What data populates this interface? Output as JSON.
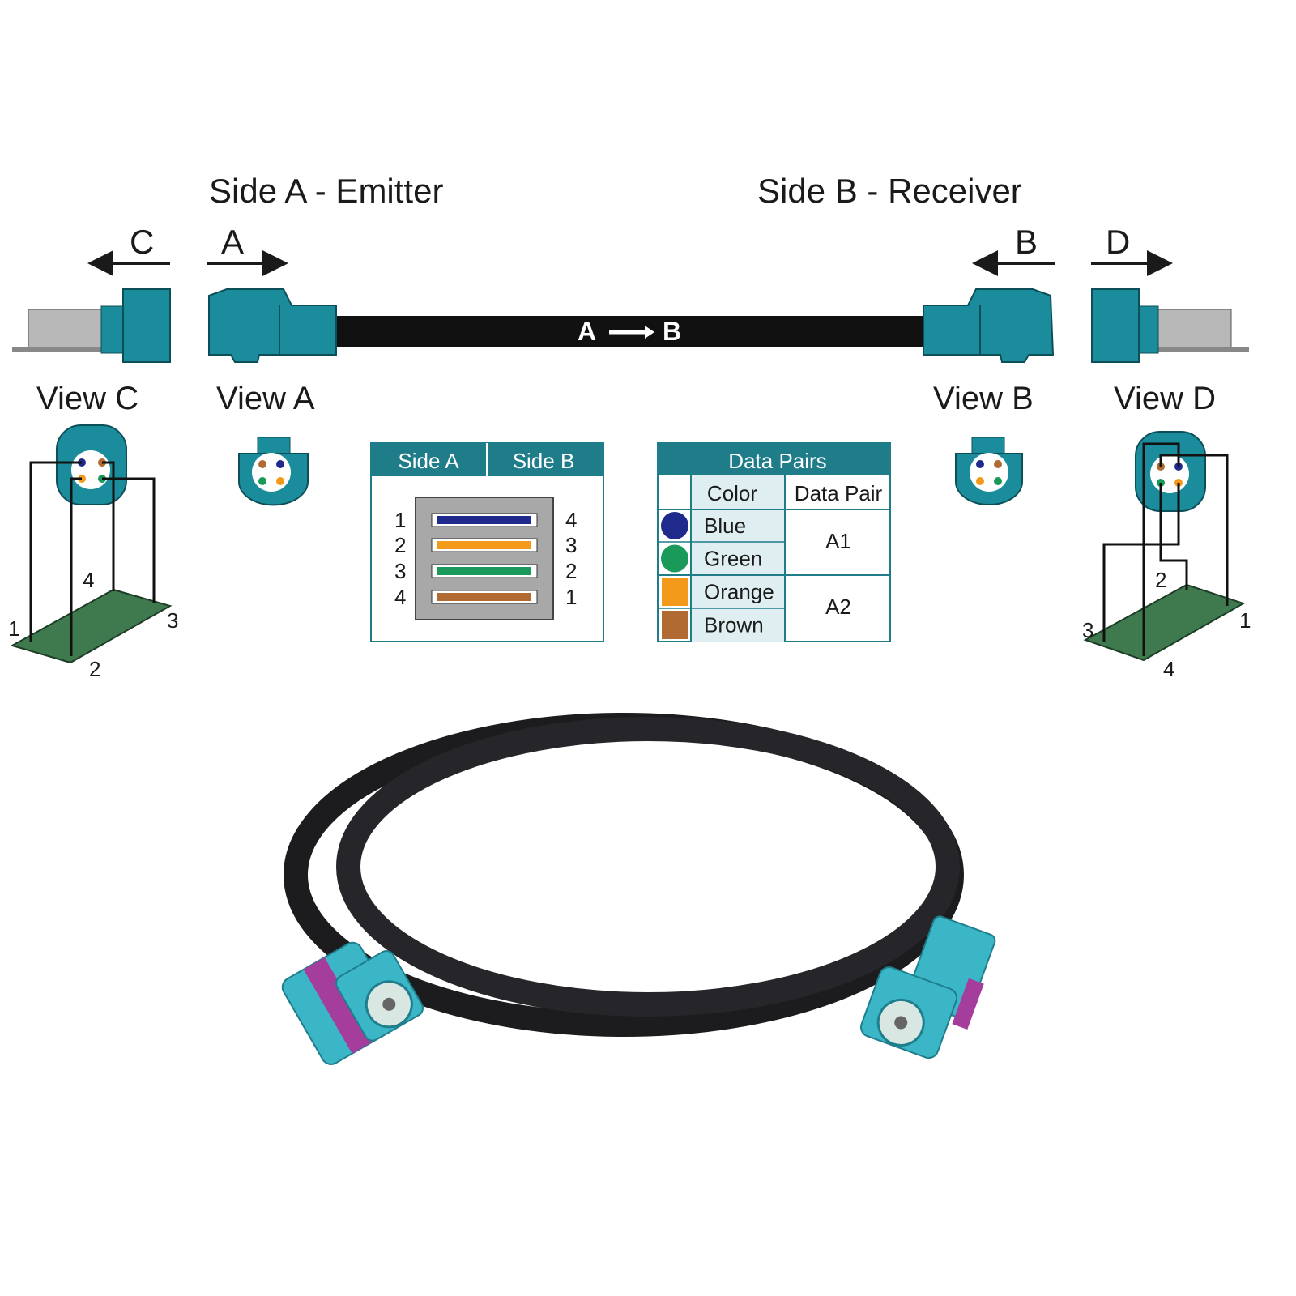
{
  "headings": {
    "side_a": "Side A - Emitter",
    "side_b": "Side B - Receiver"
  },
  "direction_letters": {
    "c": "C",
    "a": "A",
    "b": "B",
    "d": "D"
  },
  "cable_label": {
    "from": "A",
    "to": "B"
  },
  "views": {
    "c": "View C",
    "a": "View A",
    "b": "View B",
    "d": "View D"
  },
  "pin_labels": {
    "view_c": [
      "1",
      "2",
      "3",
      "4"
    ],
    "view_d": [
      "1",
      "2",
      "3",
      "4"
    ]
  },
  "mapping_table": {
    "header_a": "Side A",
    "header_b": "Side B",
    "side_a_pins": [
      "1",
      "2",
      "3",
      "4"
    ],
    "side_b_pins": [
      "4",
      "3",
      "2",
      "1"
    ],
    "wire_colors": [
      "#1f2a8c",
      "#f39a1a",
      "#1a9a5a",
      "#b06a32"
    ]
  },
  "data_pairs_table": {
    "title": "Data Pairs",
    "col_color": "Color",
    "col_pair": "Data Pair",
    "rows": [
      {
        "color": "Blue",
        "swatch": "#1f2a8c"
      },
      {
        "color": "Green",
        "swatch": "#1a9a5a"
      },
      {
        "color": "Orange",
        "swatch": "#f39a1a"
      },
      {
        "color": "Brown",
        "swatch": "#b06a32"
      }
    ],
    "pairs": [
      "A1",
      "A2"
    ]
  },
  "colors": {
    "teal": "#1b8c9c",
    "header": "#1f7d8a",
    "connector_photo": "#3bb6c7",
    "clip": "#a53d9d",
    "pcb": "#3e7a4e"
  }
}
